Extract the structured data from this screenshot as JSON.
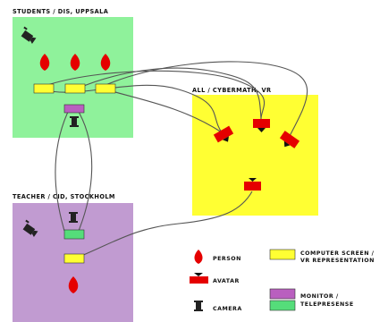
{
  "regions": {
    "students": {
      "title": "STUDENTS / DIS, UPPSALA",
      "color": "#8ff29b"
    },
    "teacher": {
      "title": "TEACHER / CID, STOCKHOLM",
      "color": "#c19bd1"
    },
    "cybermath": {
      "title": "ALL / CYBERMATH, VR",
      "color": "#ffff33"
    }
  },
  "legend": {
    "person": "PERSON",
    "avatar": "AVATAR",
    "camera": "CAMERA",
    "screen_line1": "COMPUTER SCREEN /",
    "screen_line2": "VR REPRESENTATION",
    "monitor_line1": "MONITOR /",
    "monitor_line2": "TELEPRESENSE"
  },
  "colors": {
    "person": "#e50000",
    "avatar": "#e50000",
    "screen": "#ffff33",
    "monitor": "#b95fbf",
    "telepresence": "#55dd7a",
    "camera": "#222222",
    "link": "#555555"
  },
  "icons": {
    "person": "person-icon",
    "avatar": "avatar-icon",
    "camera": "camera-icon",
    "screen": "computer-screen-icon",
    "monitor": "monitor-icon",
    "telepresence": "telepresence-icon"
  }
}
